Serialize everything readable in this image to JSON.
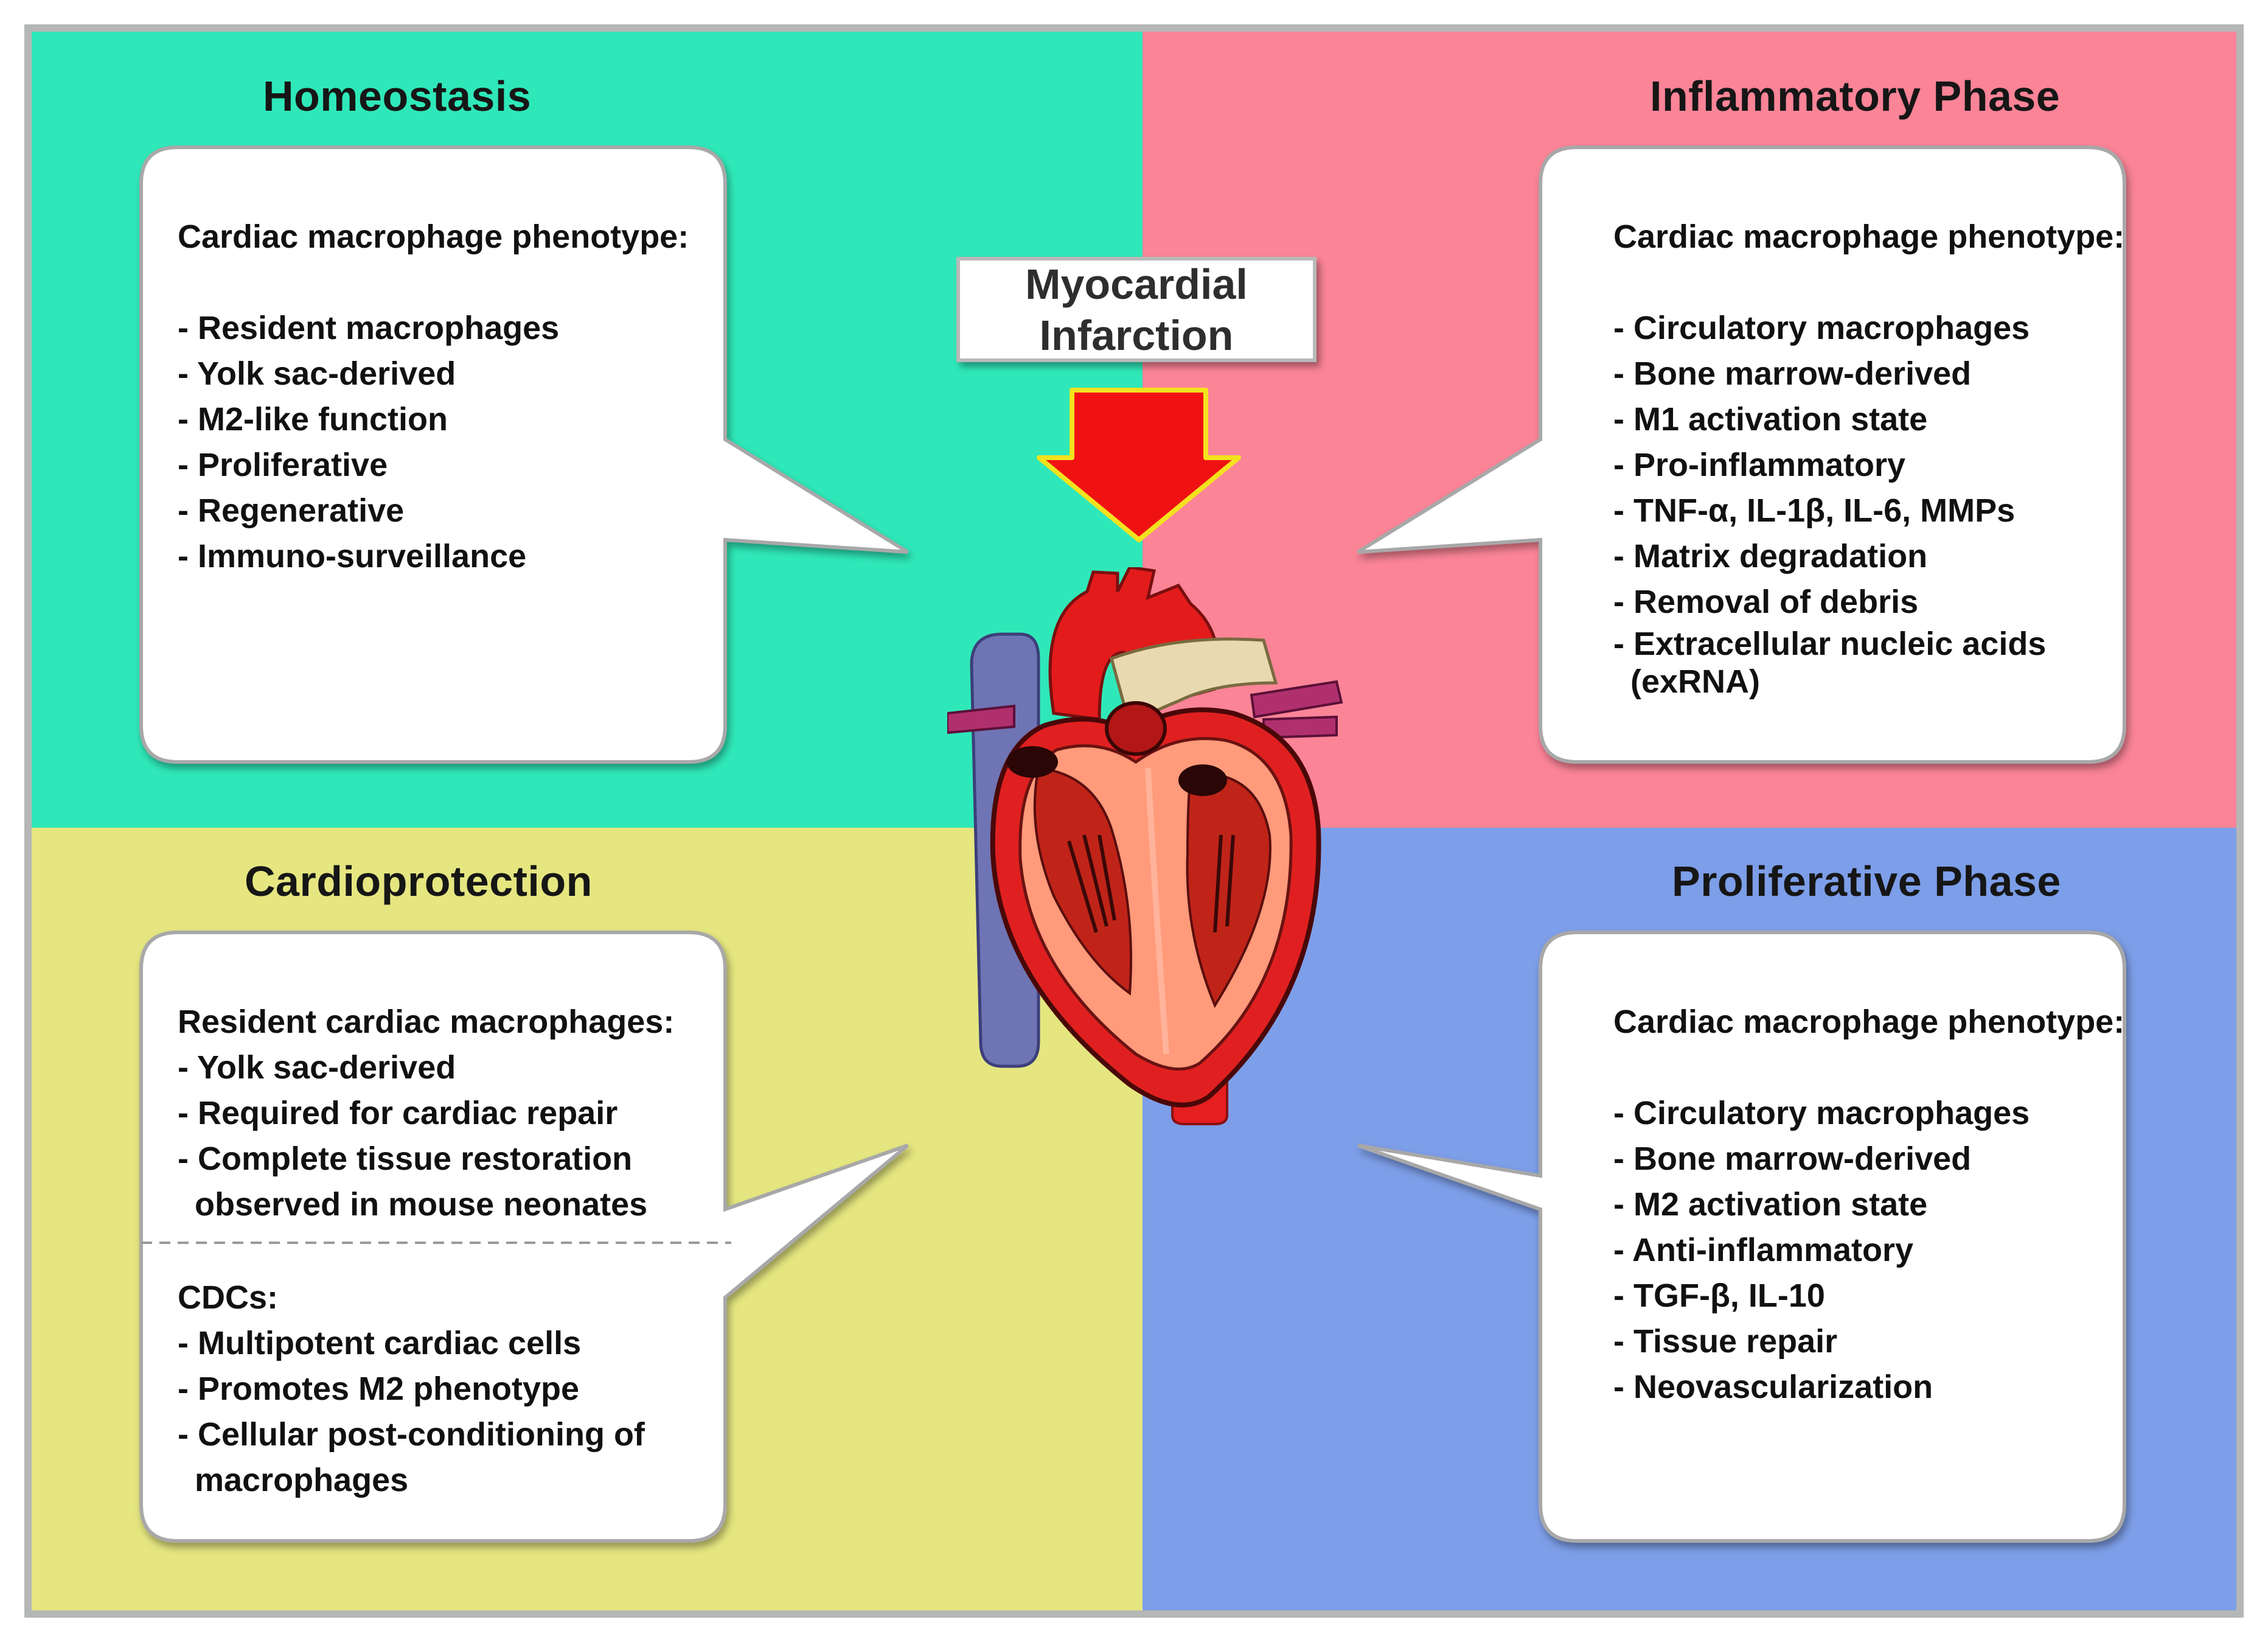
{
  "colors": {
    "homeostasis_bg": "#2fe8b9",
    "inflammatory_bg": "#fb8497",
    "cardioprotection_bg": "#e5e680",
    "proliferative_bg": "#7d9ee8",
    "border": "#b5b7b6",
    "arrow_fill": "#f01212",
    "arrow_outline": "#f3e21e"
  },
  "center": {
    "label_line1": "Myocardial",
    "label_line2": "Infarction",
    "arrow_icon": "down-arrow-icon",
    "heart_icon": "heart-icon"
  },
  "homeostasis": {
    "title": "Homeostasis",
    "heading": "Cardiac macrophage phenotype:",
    "items": [
      "- Resident macrophages",
      "- Yolk sac-derived",
      "- M2-like function",
      "- Proliferative",
      "- Regenerative",
      "- Immuno-surveillance"
    ]
  },
  "inflammatory": {
    "title": "Inflammatory Phase",
    "heading": "Cardiac macrophage phenotype:",
    "items": [
      "- Circulatory macrophages",
      "- Bone marrow-derived",
      "- M1 activation state",
      "- Pro-inflammatory",
      "- TNF-α, IL-1β, IL-6, MMPs",
      "- Matrix degradation",
      "- Removal of debris",
      "- Extracellular nucleic acids"
    ],
    "item_continuation": "(exRNA)"
  },
  "cardioprotection": {
    "title": "Cardioprotection",
    "heading1": "Resident cardiac macrophages:",
    "items1": [
      "- Yolk sac-derived",
      "- Required for cardiac repair",
      "- Complete tissue restoration"
    ],
    "items1_continuation": "observed in mouse neonates",
    "heading2": "CDCs:",
    "items2": [
      "- Multipotent cardiac cells",
      "- Promotes M2 phenotype",
      "- Cellular post-conditioning of"
    ],
    "items2_continuation": "macrophages"
  },
  "proliferative": {
    "title": "Proliferative Phase",
    "heading": "Cardiac macrophage phenotype:",
    "items": [
      "- Circulatory macrophages",
      "- Bone marrow-derived",
      "- M2 activation state",
      "- Anti-inflammatory",
      "- TGF-β, IL-10",
      "- Tissue repair",
      "- Neovascularization"
    ]
  }
}
